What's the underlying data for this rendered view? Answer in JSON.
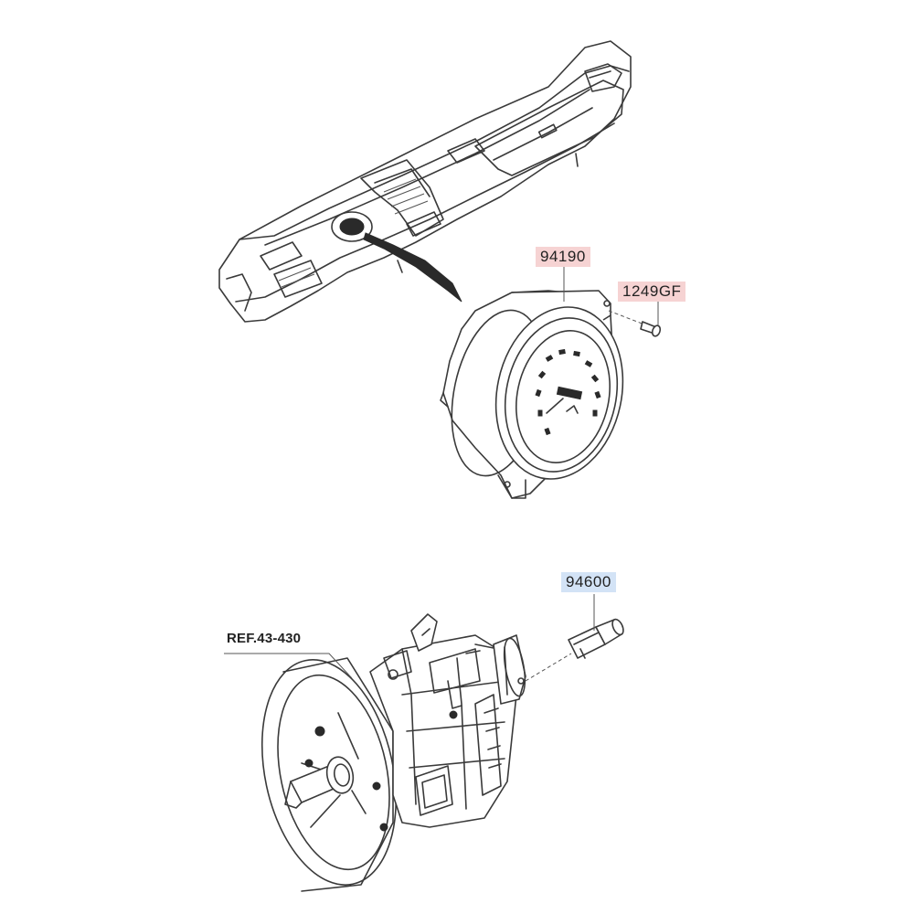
{
  "parts": [
    {
      "id": "part-94190",
      "number": "94190",
      "highlight": "#f6d3d3"
    },
    {
      "id": "part-1249GF",
      "number": "1249GF",
      "highlight": "#f6d3d3"
    },
    {
      "id": "part-94600",
      "number": "94600",
      "highlight": "#d3e3f6"
    }
  ],
  "reference": {
    "label": "REF.43-430"
  },
  "colors": {
    "line": "#3a3a3a",
    "pink_highlight": "#f6d3d3",
    "blue_highlight": "#d3e3f6"
  }
}
